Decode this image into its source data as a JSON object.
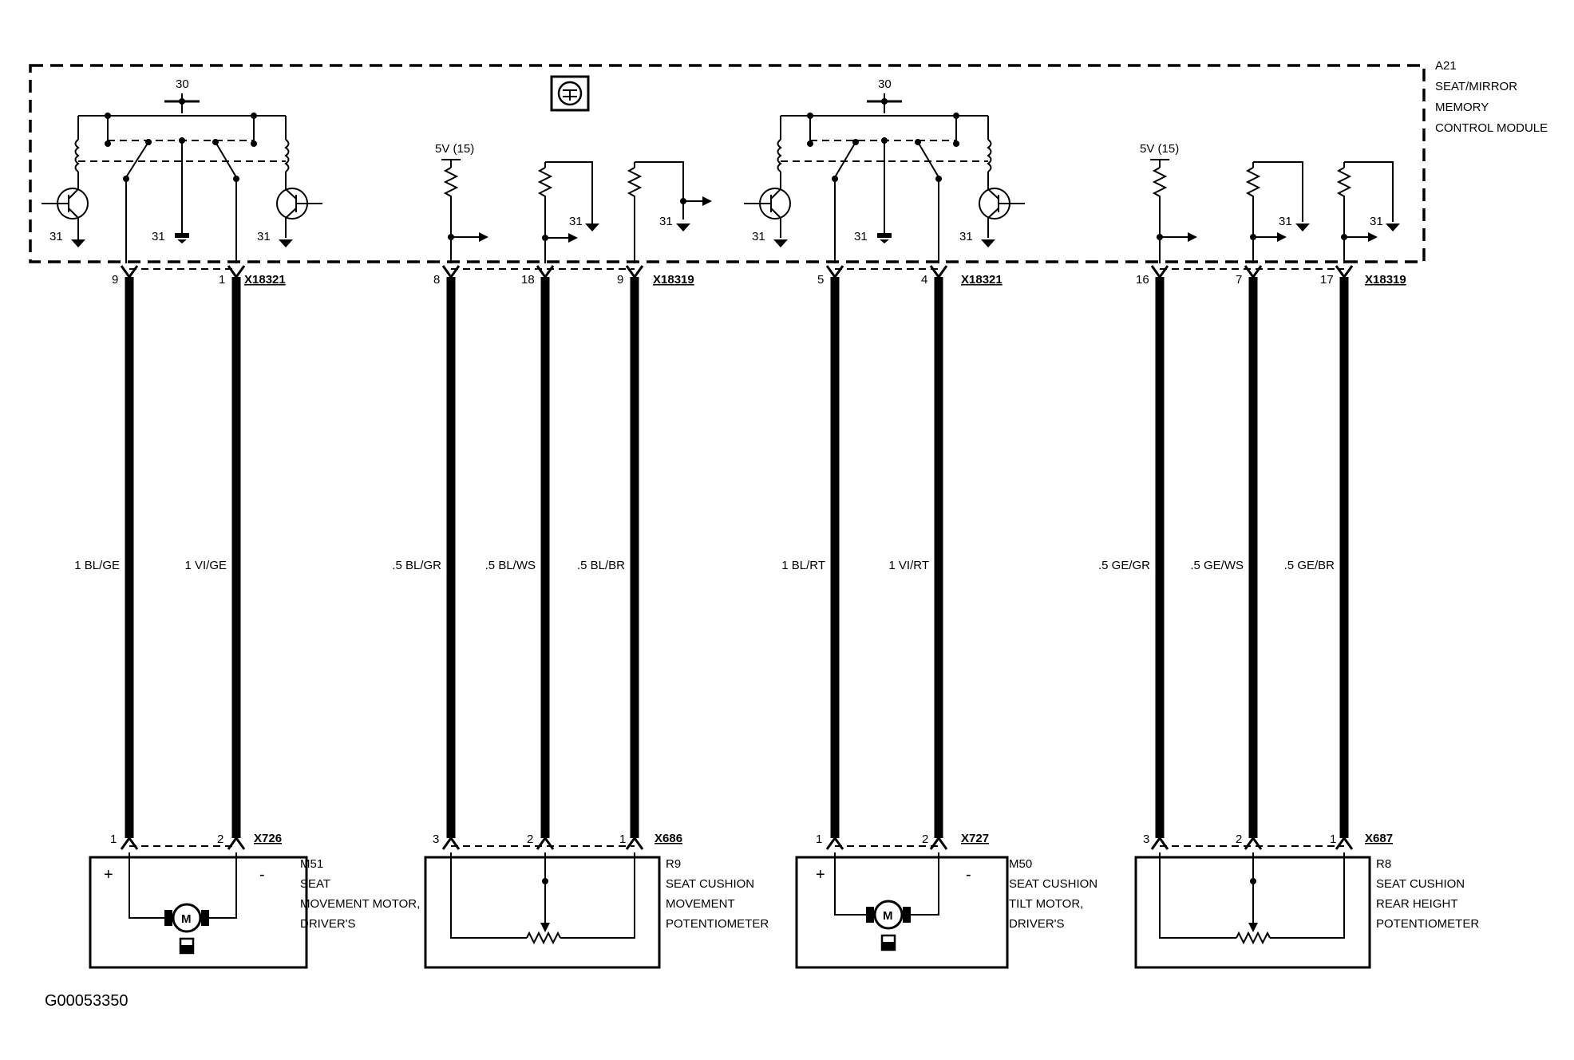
{
  "module": {
    "id": "A21",
    "name_lines": [
      "SEAT/MIRROR",
      "MEMORY",
      "CONTROL MODULE"
    ]
  },
  "supply_labels": {
    "feed": "30",
    "ground": "31",
    "ref_voltage": "5V (15)"
  },
  "connectors_top": {
    "motor": "X18321",
    "pot": "X18319"
  },
  "wires": [
    {
      "pin_top": "9",
      "color_code": "1 BL/GE"
    },
    {
      "pin_top": "1",
      "color_code": "1 VI/GE"
    },
    {
      "pin_top": "8",
      "color_code": ".5 BL/GR"
    },
    {
      "pin_top": "18",
      "color_code": ".5 BL/WS"
    },
    {
      "pin_top": "9",
      "color_code": ".5 BL/BR"
    },
    {
      "pin_top": "5",
      "color_code": "1 BL/RT"
    },
    {
      "pin_top": "4",
      "color_code": "1 VI/RT"
    },
    {
      "pin_top": "16",
      "color_code": ".5 GE/GR"
    },
    {
      "pin_top": "7",
      "color_code": ".5 GE/WS"
    },
    {
      "pin_top": "17",
      "color_code": ".5 GE/BR"
    }
  ],
  "components": [
    {
      "connector": "X726",
      "pins": [
        "1",
        "2"
      ],
      "id": "M51",
      "name_lines": [
        "SEAT",
        "MOVEMENT MOTOR,",
        "DRIVER'S"
      ],
      "plus": "+",
      "minus": "-",
      "motor_symbol": "M"
    },
    {
      "connector": "X686",
      "pins": [
        "3",
        "2",
        "1"
      ],
      "id": "R9",
      "name_lines": [
        "SEAT CUSHION",
        "MOVEMENT",
        "POTENTIOMETER"
      ]
    },
    {
      "connector": "X727",
      "pins": [
        "1",
        "2"
      ],
      "id": "M50",
      "name_lines": [
        "SEAT CUSHION",
        "TILT MOTOR,",
        "DRIVER'S"
      ],
      "plus": "+",
      "minus": "-",
      "motor_symbol": "M"
    },
    {
      "connector": "X687",
      "pins": [
        "3",
        "2",
        "1"
      ],
      "id": "R8",
      "name_lines": [
        "SEAT CUSHION",
        "REAR HEIGHT",
        "POTENTIOMETER"
      ]
    }
  ],
  "figure_id": "G00053350"
}
